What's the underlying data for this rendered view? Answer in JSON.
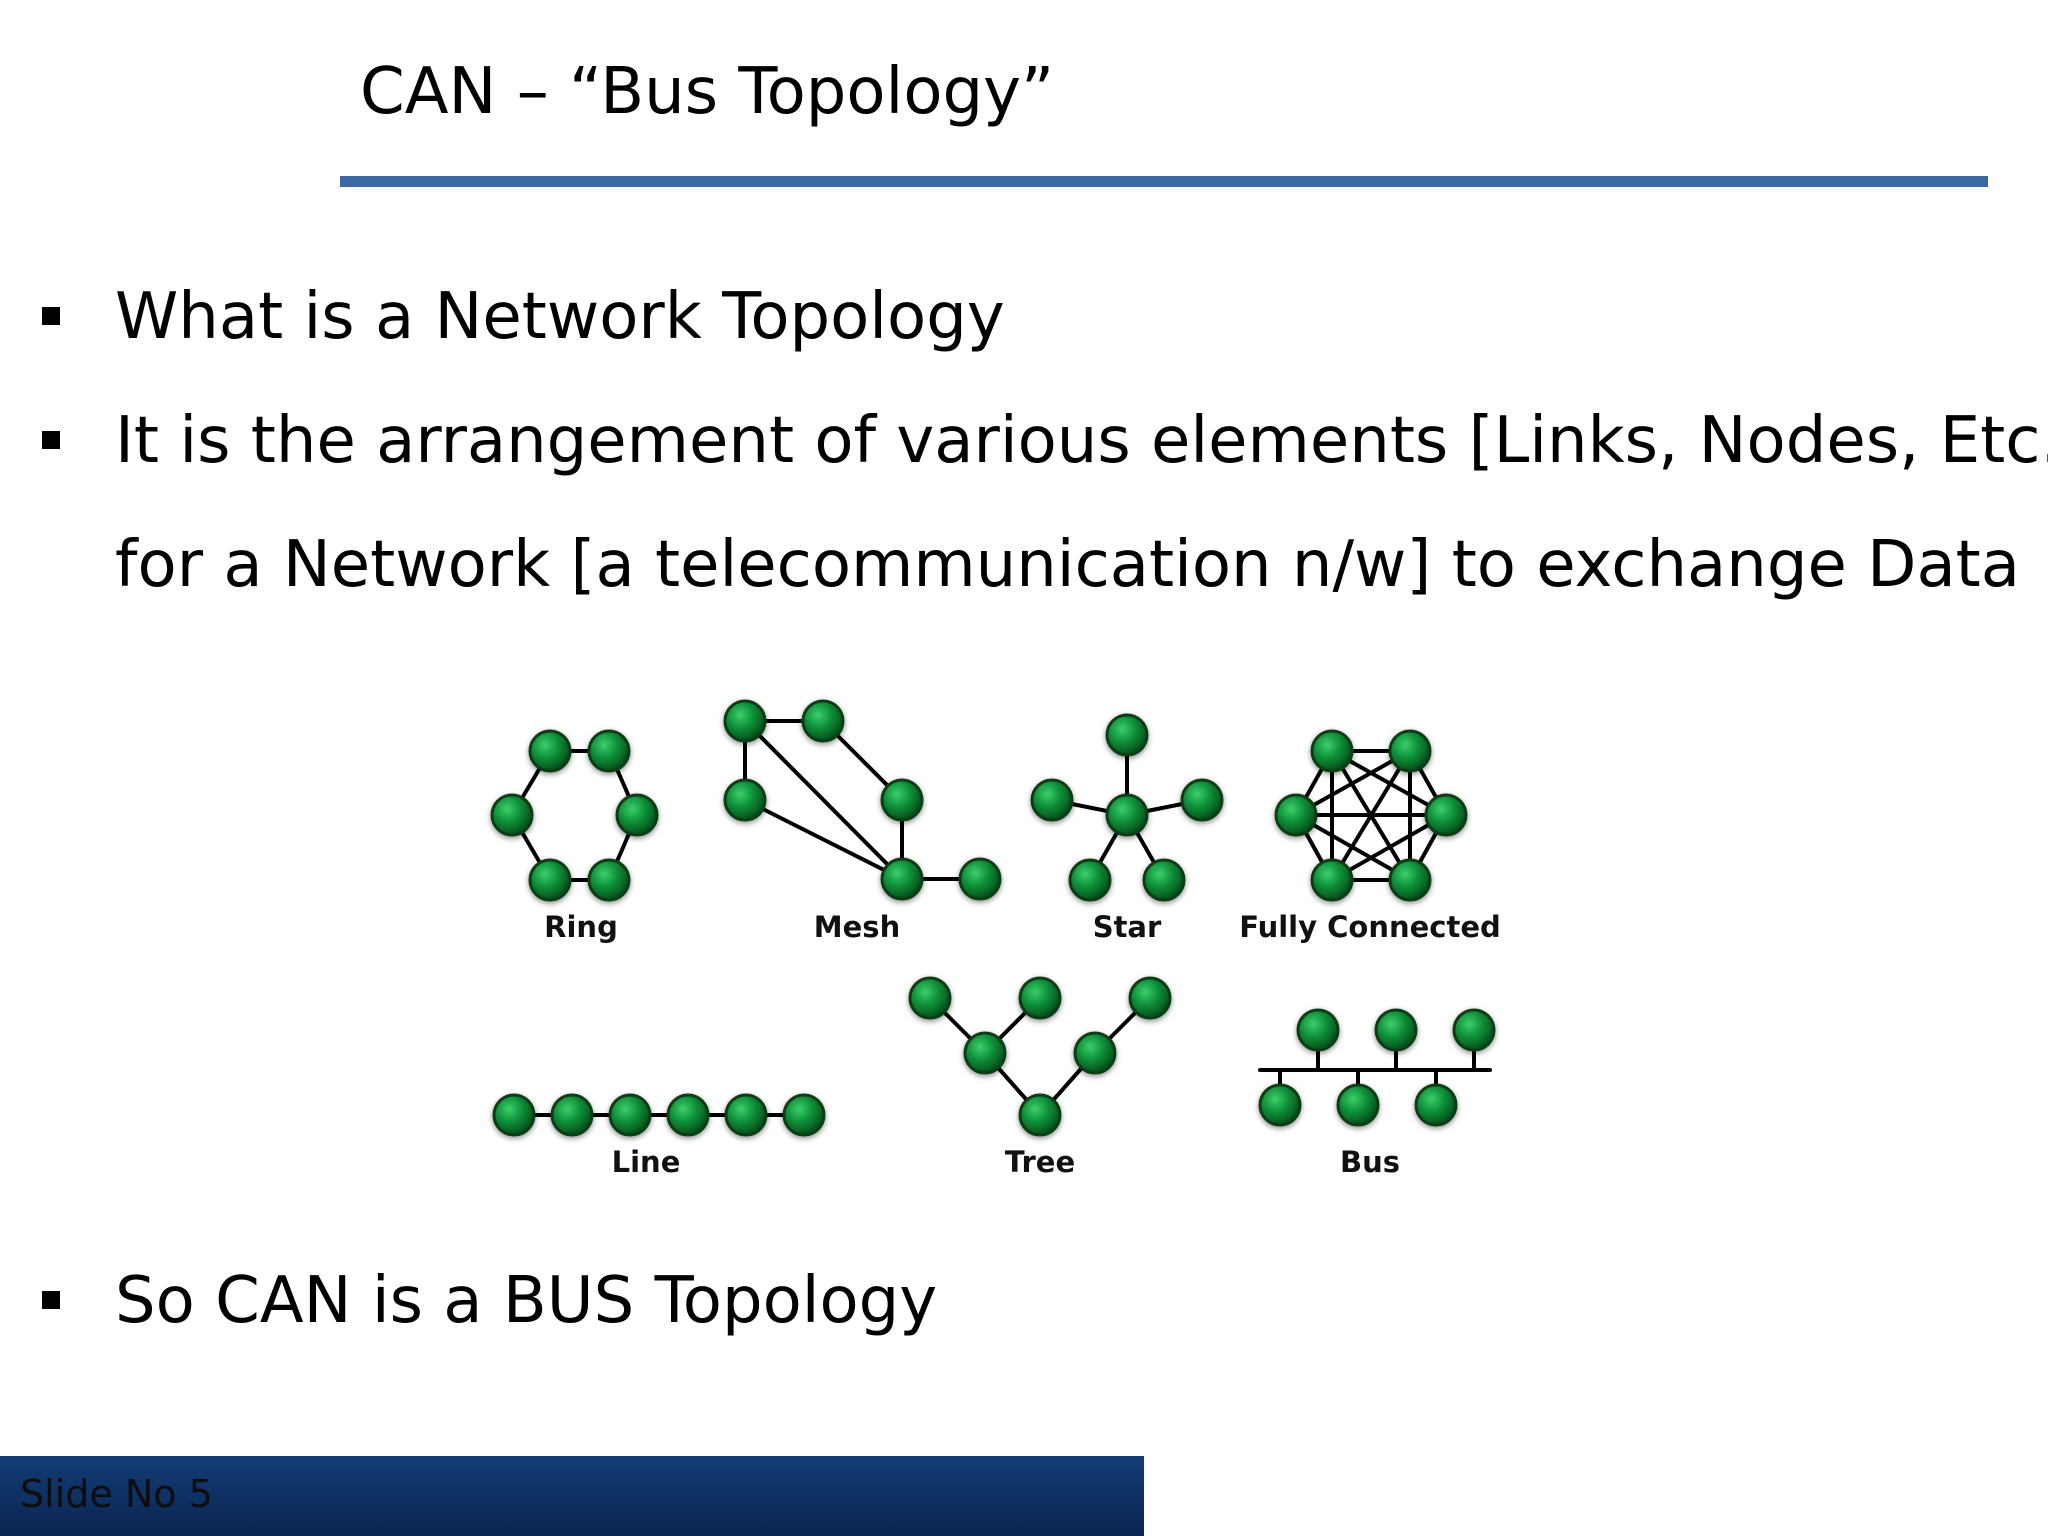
{
  "slide": {
    "title": "CAN – “Bus Topology”",
    "bullets": [
      {
        "lines": [
          "What is a Network Topology"
        ]
      },
      {
        "lines": [
          "It is the arrangement of various elements [Links, Nodes, Etc.]",
          "for a Network [a telecommunication n/w] to exchange Data"
        ]
      },
      {
        "lines": [
          "So CAN is a BUS Topology"
        ]
      }
    ],
    "footer": "Slide No 5"
  },
  "diagram": {
    "topologies": [
      {
        "name": "ring",
        "label": "Ring"
      },
      {
        "name": "mesh",
        "label": "Mesh"
      },
      {
        "name": "star",
        "label": "Star"
      },
      {
        "name": "fully-connected",
        "label": "Fully Connected"
      },
      {
        "name": "line",
        "label": "Line"
      },
      {
        "name": "tree",
        "label": "Tree"
      },
      {
        "name": "bus",
        "label": "Bus"
      }
    ],
    "colors": {
      "node_fill": "#0a8a35",
      "node_stroke": "#0b3d12",
      "edge": "#000000",
      "title_rule": "#3c6aa0",
      "footer_bar": "#123c74"
    }
  }
}
